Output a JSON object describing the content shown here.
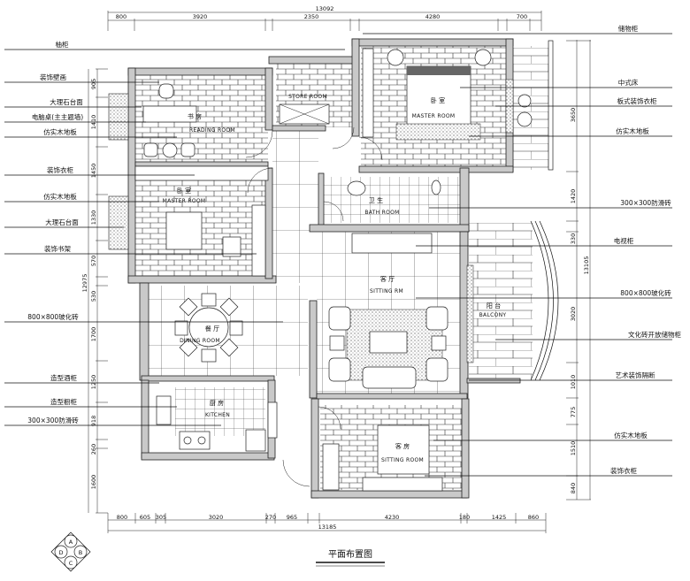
{
  "drawing": {
    "title": "平面布置图",
    "compass": {
      "a": "A",
      "b": "B",
      "c": "C",
      "d": "D"
    }
  },
  "dimensions": {
    "top_total": "13092",
    "top": [
      "800",
      "3920",
      "2350",
      "4280",
      "700"
    ],
    "bottom": [
      "800",
      "605",
      "305",
      "3020",
      "270",
      "965",
      "4230",
      "180",
      "1425",
      "860"
    ],
    "bottom_total": "13185",
    "left_total": "12975",
    "left": [
      "905",
      "1410",
      "1450",
      "1330",
      "570",
      "530",
      "1700",
      "1250",
      "918",
      "260",
      "1600"
    ],
    "right_total": "13105",
    "right": [
      "3650",
      "1420",
      "330",
      "3020",
      "1010",
      "775",
      "1510",
      "840"
    ]
  },
  "left_labels": [
    "柚柜",
    "装饰壁画",
    "大理石台面",
    "电脑桌(主主题墙)",
    "仿实木地板",
    "装饰衣柜",
    "仿实木地板",
    "大理石台面",
    "装饰书架",
    "800×800玻化砖",
    "造型酒柜",
    "造型橱柜",
    "300×300防滑砖"
  ],
  "right_labels": [
    "储物柜",
    "中式床",
    "板式装饰衣柜",
    "仿实木地板",
    "300×300防滑砖",
    "电视柜",
    "800×800玻化砖",
    "文化砖开放储物柜",
    "艺术装饰隔断",
    "仿实木地板",
    "装饰衣柜"
  ],
  "rooms": {
    "reading": {
      "cn": "书 房",
      "en": "READING ROOM"
    },
    "master_left": {
      "cn": "卧 室",
      "en": "MASTER ROOM"
    },
    "store": {
      "en": "STORE ROOM"
    },
    "master_right": {
      "cn": "卧 室",
      "en": "MASTER ROOM"
    },
    "bath": {
      "cn": "卫 生",
      "en": "BATH ROOM"
    },
    "sitting": {
      "cn": "客 厅",
      "en": "SITTING RM"
    },
    "balcony": {
      "cn": "阳 台",
      "en": "BALCONY"
    },
    "dining": {
      "cn": "餐 厅",
      "en": "DINING ROOM"
    },
    "kitchen": {
      "cn": "厨 房",
      "en": "KITCHEN"
    },
    "sitting_room": {
      "cn": "客 房",
      "en": "SITTING ROOM"
    }
  }
}
